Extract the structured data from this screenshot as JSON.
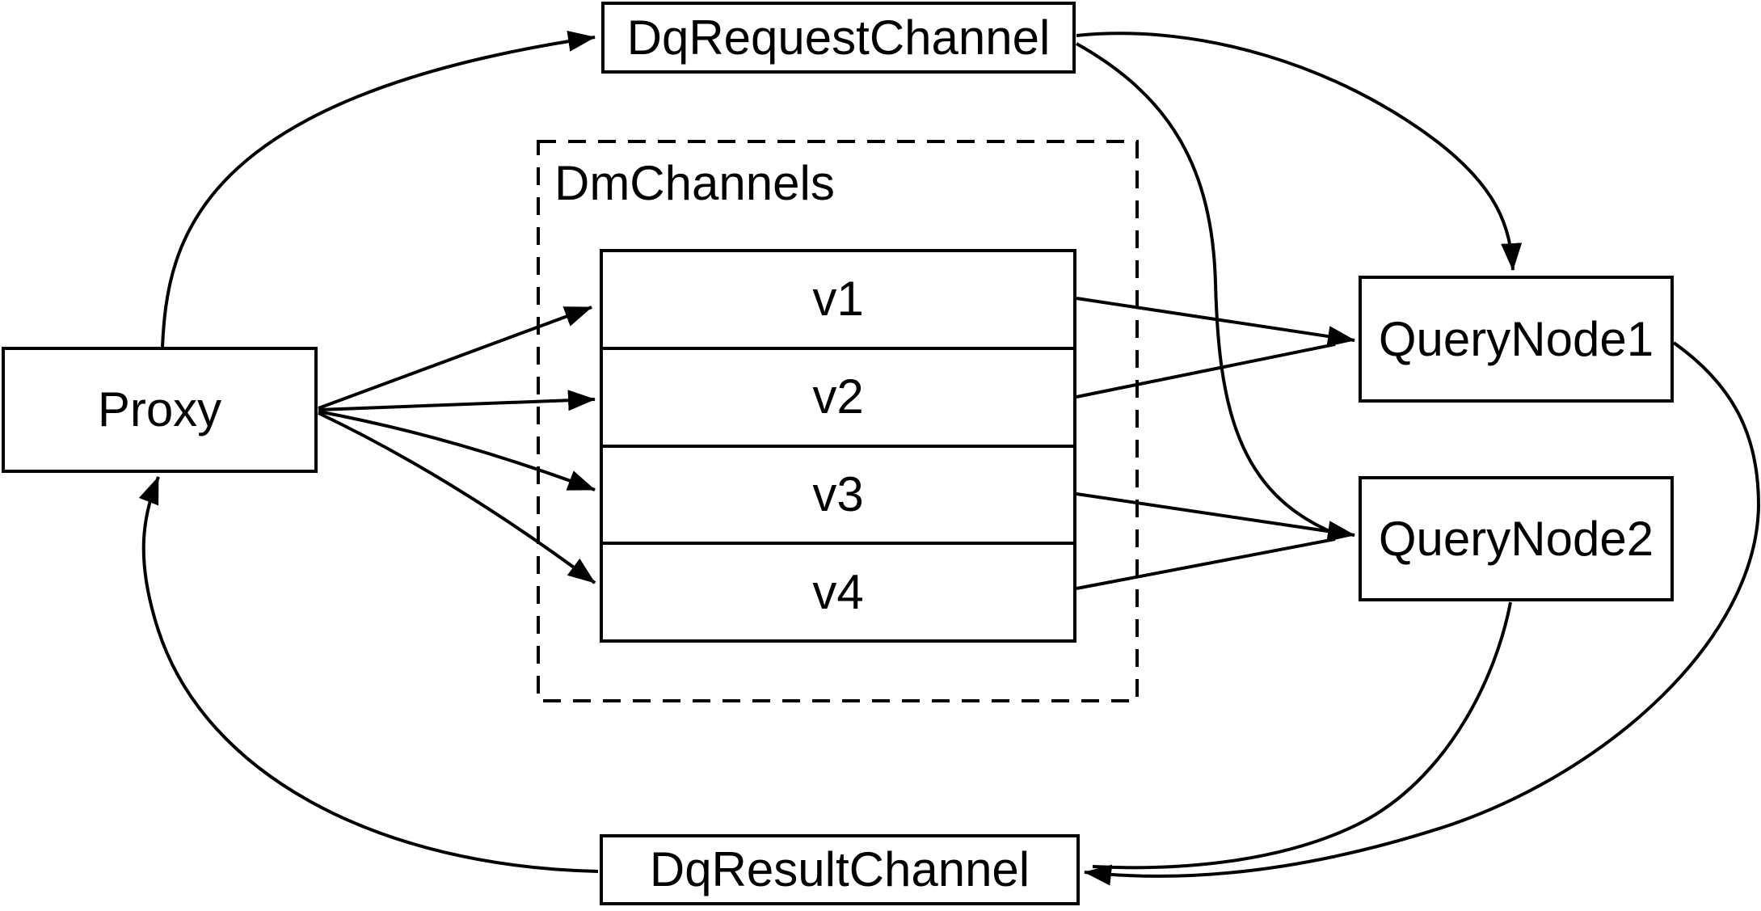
{
  "diagram": {
    "background_color": "#ffffff",
    "stroke_color": "#000000",
    "nodes": {
      "proxy": {
        "label": "Proxy"
      },
      "dq_request_channel": {
        "label": "DqRequestChannel"
      },
      "dq_result_channel": {
        "label": "DqResultChannel"
      },
      "query_node_1": {
        "label": "QueryNode1"
      },
      "query_node_2": {
        "label": "QueryNode2"
      },
      "dm_channels": {
        "label": "DmChannels",
        "rows": [
          "v1",
          "v2",
          "v3",
          "v4"
        ]
      }
    },
    "edges": [
      {
        "from": "Proxy",
        "to": "DqRequestChannel"
      },
      {
        "from": "Proxy",
        "to": "v1"
      },
      {
        "from": "Proxy",
        "to": "v2"
      },
      {
        "from": "Proxy",
        "to": "v3"
      },
      {
        "from": "Proxy",
        "to": "v4"
      },
      {
        "from": "v1",
        "to": "QueryNode1"
      },
      {
        "from": "v2",
        "to": "QueryNode1"
      },
      {
        "from": "v3",
        "to": "QueryNode2"
      },
      {
        "from": "v4",
        "to": "QueryNode2"
      },
      {
        "from": "DqRequestChannel",
        "to": "QueryNode1"
      },
      {
        "from": "DqRequestChannel",
        "to": "QueryNode2"
      },
      {
        "from": "QueryNode1",
        "to": "DqResultChannel"
      },
      {
        "from": "QueryNode2",
        "to": "DqResultChannel"
      },
      {
        "from": "DqResultChannel",
        "to": "Proxy"
      }
    ]
  }
}
